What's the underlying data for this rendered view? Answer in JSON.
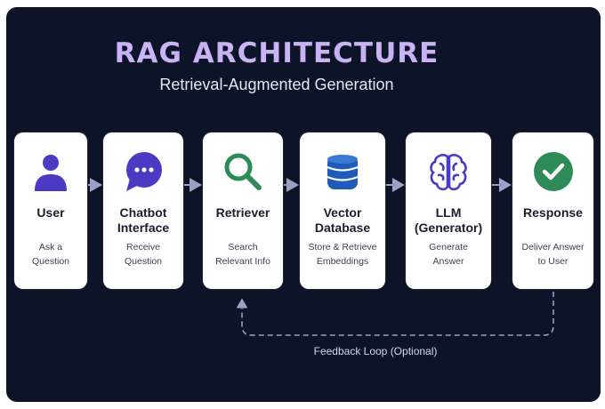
{
  "header": {
    "title": "RAG ARCHITECTURE",
    "subtitle": "Retrieval-Augmented Generation"
  },
  "steps": [
    {
      "label": "User",
      "desc": "Ask a\nQuestion",
      "icon": "user-icon"
    },
    {
      "label": "Chatbot\nInterface",
      "desc": "Receive\nQuestion",
      "icon": "chat-bubble-icon"
    },
    {
      "label": "Retriever",
      "desc": "Search\nRelevant Info",
      "icon": "magnifier-icon"
    },
    {
      "label": "Vector\nDatabase",
      "desc": "Store & Retrieve\nEmbeddings",
      "icon": "database-icon"
    },
    {
      "label": "LLM\n(Generator)",
      "desc": "Generate\nAnswer",
      "icon": "brain-icon"
    },
    {
      "label": "Response",
      "desc": "Deliver Answer\nto User",
      "icon": "checkmark-icon"
    }
  ],
  "feedback": {
    "label": "Feedback Loop (Optional)"
  },
  "colors": {
    "background": "#0d1427",
    "title": "#c9b3f5",
    "icon_purple": "#4b3bc4",
    "icon_blue": "#1f5bb8",
    "icon_green": "#2e8b57",
    "arrow": "#9aa0c8"
  }
}
